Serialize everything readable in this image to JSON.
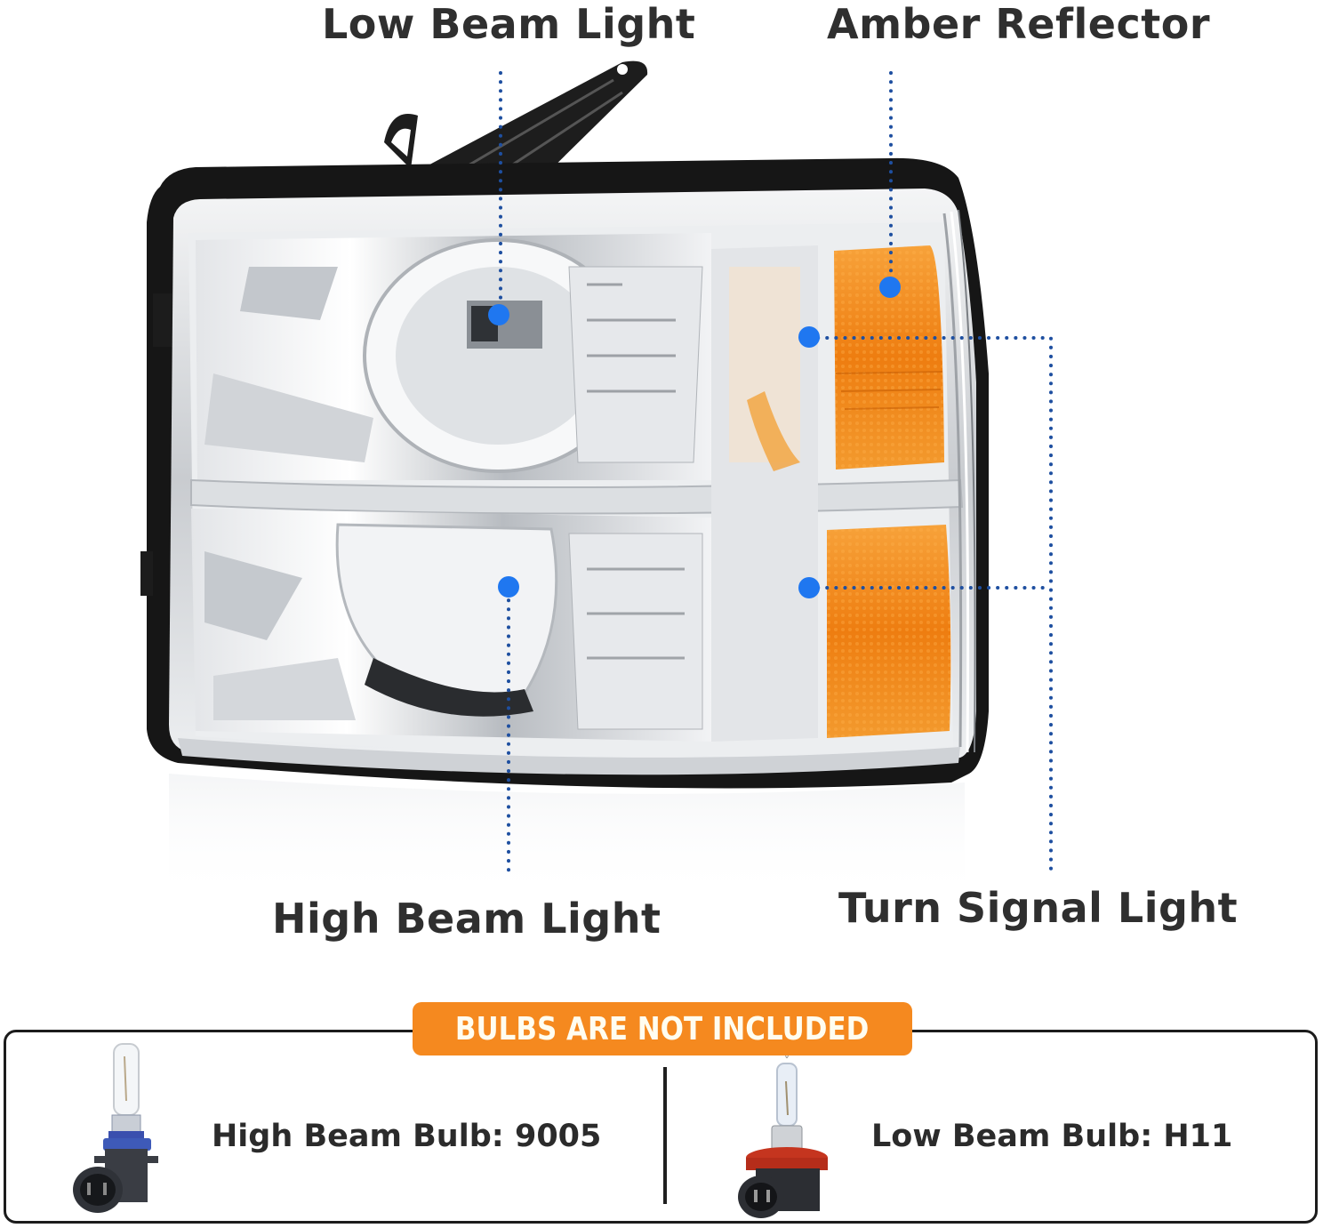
{
  "callouts": {
    "low_beam": "Low Beam Light",
    "amber_reflector": "Amber Reflector",
    "high_beam": "High Beam Light",
    "turn_signal": "Turn Signal Light"
  },
  "notice": {
    "banner": "BULBS ARE NOT INCLUDED",
    "high_beam_bulb": "High Beam Bulb: 9005",
    "low_beam_bulb": "Low Beam Bulb: H11"
  },
  "colors": {
    "marker_blue": "#1f77f0",
    "leader_blue": "#1e4fa0",
    "banner_orange": "#f5891f",
    "amber_lens": "#f08a1c",
    "chrome": "#d9dcdf",
    "housing_black": "#161616",
    "label_text": "#2f2f2f"
  },
  "icons": {
    "high_beam_bulb": "9005-bulb-icon",
    "low_beam_bulb": "h11-bulb-icon"
  }
}
